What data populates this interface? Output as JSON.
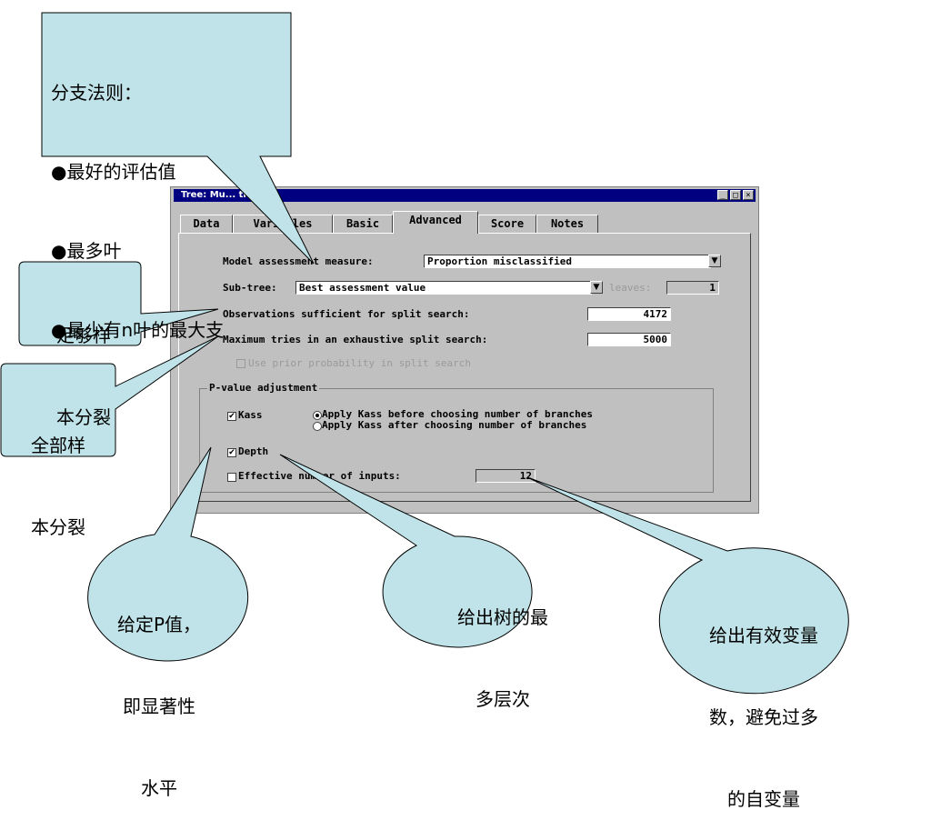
{
  "window": {
    "title": "Tree: Mu... titled",
    "tabs": [
      "Data",
      "Variables",
      "Basic",
      "Advanced",
      "Score",
      "Notes"
    ],
    "active_tab": "Advanced",
    "model_assessment_label": "Model assessment measure:",
    "model_assessment_value": "Proportion misclassified",
    "subtree_label": "Sub-tree:",
    "subtree_value": "Best assessment value",
    "leaves_label": "leaves:",
    "leaves_value": "1",
    "obs_label": "Observations sufficient for split search:",
    "obs_value": "4172",
    "tries_label": "Maximum tries in an exhaustive split search:",
    "tries_value": "5000",
    "use_prior_label": "Use prior probability in split search",
    "pvalue_group": "P-value adjustment",
    "kass_label": "Kass",
    "kass_checked": "✔",
    "kass_before": "Apply Kass before choosing number of branches",
    "kass_after": "Apply Kass after choosing number of branches",
    "depth_label": "Depth",
    "depth_checked": "✔",
    "effective_label": "Effective number of inputs:",
    "effective_value": "12"
  },
  "callouts": {
    "branch_rules": {
      "line1": "分支法则：",
      "line2": "●最好的评估值",
      "line3": "●最多叶",
      "line4": "●最少有n叶的最大支"
    },
    "sufficient": {
      "line1": "足够样",
      "line2": "本分裂"
    },
    "exhaustive": {
      "line1": "全部样",
      "line2": "本分裂"
    },
    "pvalue": {
      "line1": "给定P值，",
      "line2": "即显著性",
      "line3": "水平"
    },
    "depth": {
      "line1": "给出树的最",
      "line2": "多层次"
    },
    "inputs": {
      "line1": "给出有效变量",
      "line2": "数，避免过多",
      "line3": "的自变量"
    }
  },
  "colors": {
    "callout_fill": "#bfe3e8",
    "titlebar": "#000080",
    "window_bg": "#c0c0c0"
  }
}
